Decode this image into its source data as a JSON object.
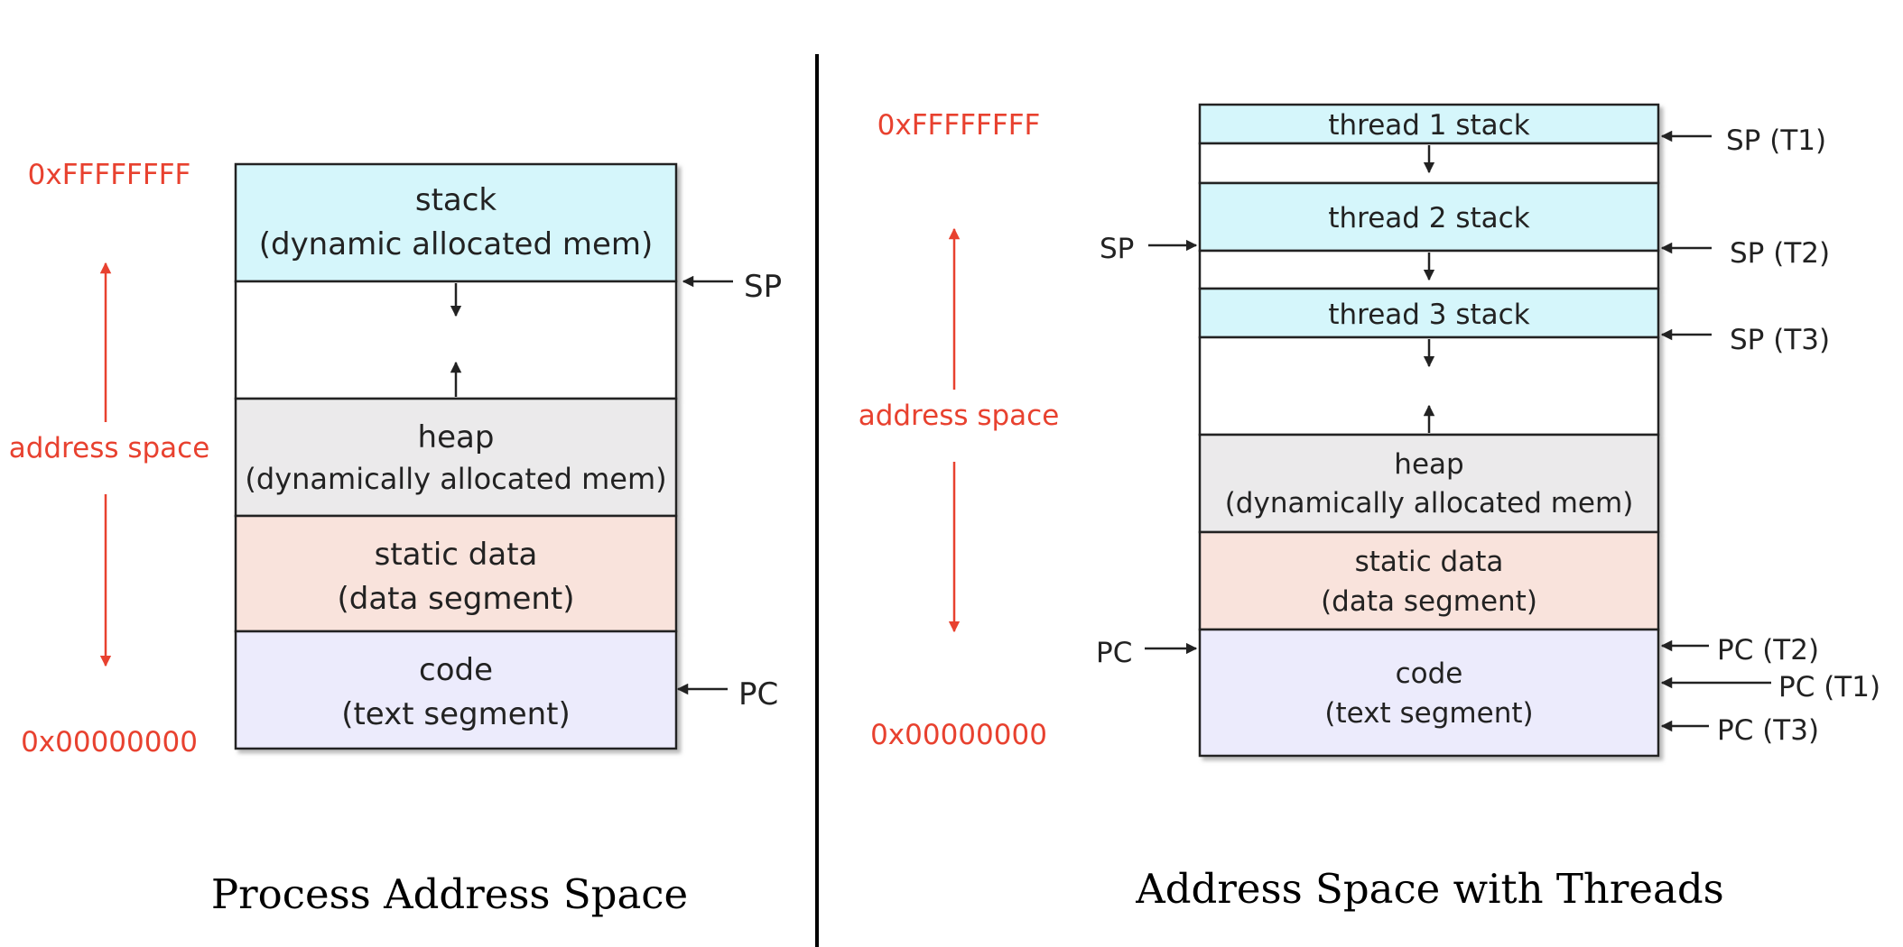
{
  "colors": {
    "stack": "#d5f6fb",
    "free": "#ffffff",
    "heap": "#ebeaeb",
    "static": "#f9e3dc",
    "code": "#ecebfc",
    "accent": "#e8412f",
    "line": "#222222"
  },
  "left": {
    "addr_high": "0xFFFFFFFF",
    "addr_low": "0x00000000",
    "address_space": "address space",
    "stack_line1": "stack",
    "stack_line2": "(dynamic allocated mem)",
    "heap_line1": "heap",
    "heap_line2": "(dynamically allocated mem)",
    "static_line1": "static data",
    "static_line2": "(data segment)",
    "code_line1": "code",
    "code_line2": "(text segment)",
    "sp": "SP",
    "pc": "PC",
    "title": "Process Address Space"
  },
  "right": {
    "addr_high": "0xFFFFFFFF",
    "addr_low": "0x00000000",
    "address_space": "address space",
    "thread1_stack": "thread 1 stack",
    "thread2_stack": "thread 2 stack",
    "thread3_stack": "thread 3 stack",
    "heap_line1": "heap",
    "heap_line2": "(dynamically allocated mem)",
    "static_line1": "static data",
    "static_line2": "(data segment)",
    "code_line1": "code",
    "code_line2": "(text segment)",
    "sp": "SP",
    "pc": "PC",
    "sp_t1": "SP (T1)",
    "sp_t2": "SP (T2)",
    "sp_t3": "SP (T3)",
    "pc_t1": "PC (T1)",
    "pc_t2": "PC (T2)",
    "pc_t3": "PC (T3)",
    "title": "Address Space with Threads"
  }
}
